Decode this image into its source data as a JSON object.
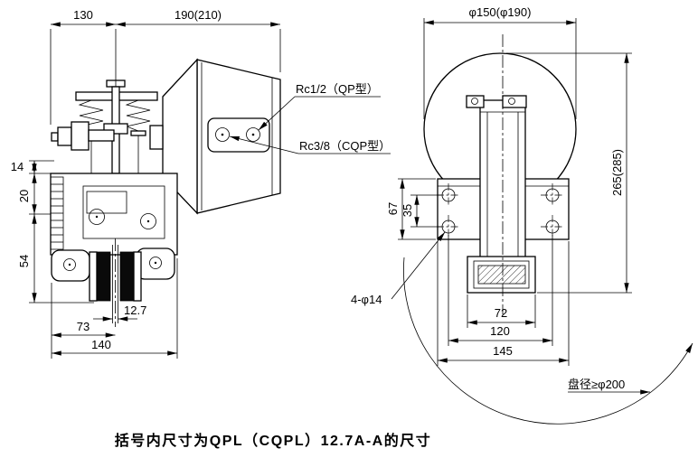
{
  "colors": {
    "ink": "#000000",
    "paper": "#ffffff"
  },
  "caption": "括号内尺寸为QPL（CQPL）12.7A-A的尺寸",
  "left_view": {
    "dims": {
      "d130": "130",
      "d190": "190(210)",
      "d14": "14",
      "d20": "20",
      "d54": "54",
      "d127": "12.7",
      "d73": "73",
      "d140": "140"
    },
    "labels": {
      "rc12": "Rc1/2（QP型）",
      "rc38": "Rc3/8（CQP型）"
    }
  },
  "right_view": {
    "dims": {
      "d150": "φ150(φ190)",
      "d265": "265(285)",
      "d67": "67",
      "d35": "35",
      "d4x14": "4-φ14",
      "d72": "72",
      "d120": "120",
      "d145": "145"
    },
    "labels": {
      "disc": "盘径≥φ200"
    }
  }
}
